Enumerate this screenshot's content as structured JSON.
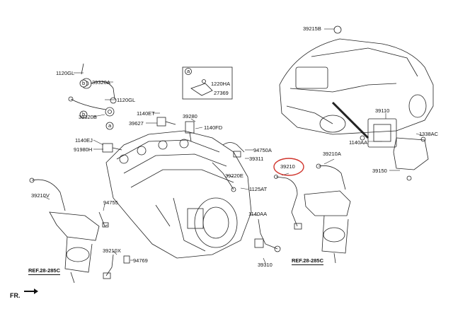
{
  "labels": {
    "p39215B": "39215B",
    "p1120GL_a": "1120GL",
    "p39320A": "39320A",
    "p1120GL_b": "1120GL",
    "p39320B": "39320B",
    "p1220HA": "1220HA",
    "p27369": "27369",
    "a_mark": "a",
    "p1140ET": "1140ET",
    "p39627": "39627",
    "p39280": "39280",
    "p1140FD": "1140FD",
    "p1140EJ": "1140EJ",
    "p91980H": "91980H",
    "p94750A": "94750A",
    "p39311": "39311",
    "p39220E": "39220E",
    "p1125AT": "1125AT",
    "p39110": "39110",
    "p1338AC": "1338AC",
    "p1140AA_a": "1140AA",
    "p39150": "39150",
    "p39210A_a": "39210A",
    "p39210": "39210",
    "p39210V": "39210V",
    "p94755": "94755",
    "p1140AA_b": "1140AA",
    "p39210X": "39210X",
    "p94769": "94769",
    "p39310": "39310",
    "ref_left": "REF.28-285C",
    "ref_right": "REF.28-285C",
    "fr": "FR."
  },
  "callouts": {
    "a": "a",
    "b": "b"
  },
  "highlight": {
    "part": "39210",
    "color": "#d0342c"
  }
}
